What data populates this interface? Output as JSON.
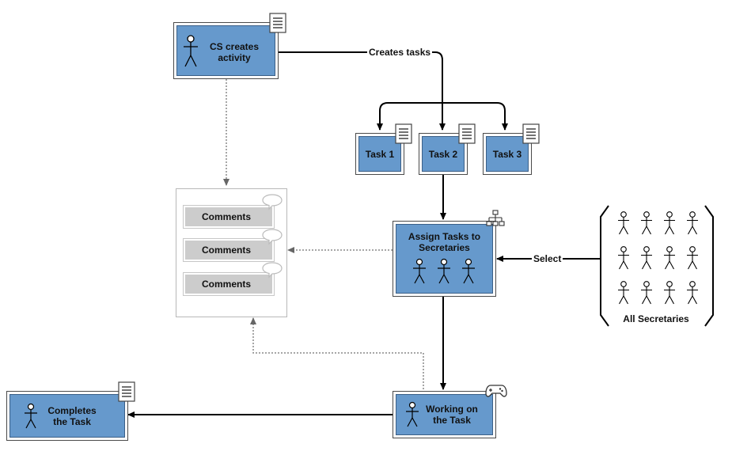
{
  "nodes": {
    "cs_creates": "CS creates activity",
    "task1": "Task 1",
    "task2": "Task 2",
    "task3": "Task 3",
    "assign": "Assign Tasks to Secretaries",
    "working": "Working on the Task",
    "completes": "Completes the Task"
  },
  "comments": [
    "Comments",
    "Comments",
    "Comments"
  ],
  "edge_labels": {
    "creates_tasks": "Creates tasks",
    "select": "Select"
  },
  "secretaries_group": {
    "label": "All Secretaries",
    "count": 12
  },
  "icons": {
    "actor": "actor-icon",
    "document": "document-icon",
    "hierarchy": "org-chart-icon",
    "gamepad": "gamepad-icon",
    "speech": "speech-bubble-icon"
  },
  "colors": {
    "node_fill": "#6699cc",
    "node_border": "#3b5f87",
    "comment_fill": "#cccccc",
    "edge_solid": "#000000",
    "edge_dotted": "#777777"
  }
}
